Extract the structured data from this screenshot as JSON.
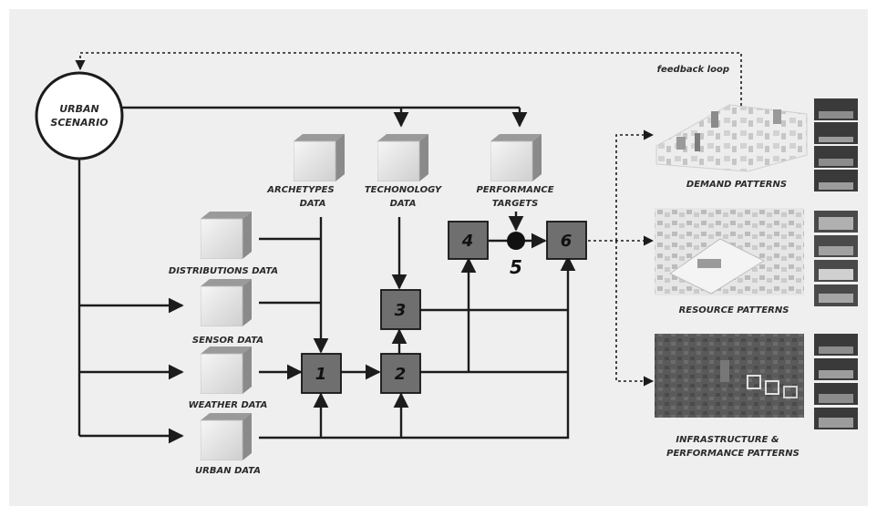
{
  "scenario": {
    "line1": "URBAN",
    "line2": "SCENARIO"
  },
  "feedback_label": "feedback loop",
  "inputs": {
    "archetypes": {
      "line1": "ARCHETYPES",
      "line2": "DATA"
    },
    "technology": {
      "line1": "TECHONOLOGY",
      "line2": "DATA"
    },
    "performance": {
      "line1": "PERFORMANCE",
      "line2": "TARGETS"
    },
    "distributions": "DISTRIBUTIONS DATA",
    "sensor": "SENSOR DATA",
    "weather": "WEATHER DATA",
    "urban": "URBAN DATA"
  },
  "steps": {
    "s1": "1",
    "s2": "2",
    "s3": "3",
    "s4": "4",
    "s5": "5",
    "s6": "6"
  },
  "outputs": {
    "demand": "DEMAND PATTERNS",
    "resource": "RESOURCE PATTERNS",
    "infra_line1": "INFRASTRUCTURE &",
    "infra_line2": "PERFORMANCE PATTERNS"
  },
  "colors": {
    "background": "#efefef",
    "box_fill": "#6f6f6f",
    "line": "#1c1c1c"
  }
}
